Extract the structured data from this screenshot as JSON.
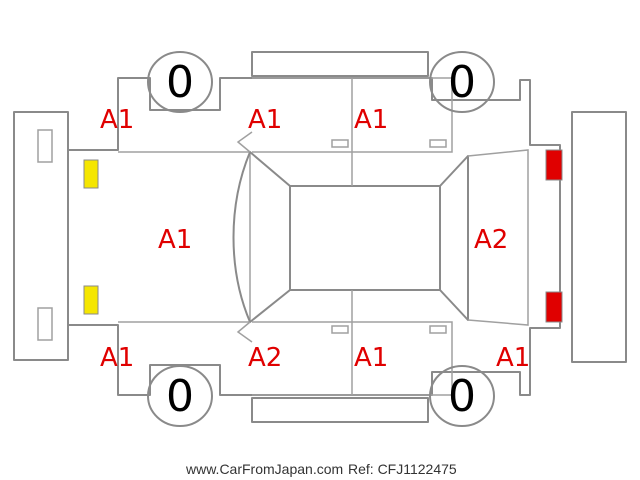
{
  "codes": {
    "front_left_fender": "A1",
    "front_left_door": "A1",
    "rear_left_door": "A1",
    "hood": "A1",
    "tailgate": "A2",
    "front_right_fender": "A1",
    "front_right_door": "A2",
    "rear_right_door": "A1",
    "rear_right_quarter": "A1"
  },
  "tires": {
    "front_left": "0",
    "rear_left": "0",
    "front_right": "0",
    "rear_right": "0"
  },
  "lamps": {
    "front_color": "#f5e600",
    "rear_color": "#e00000"
  },
  "footer": {
    "site": "www.CarFromJapan.com",
    "ref": "Ref: CFJ1122475"
  }
}
